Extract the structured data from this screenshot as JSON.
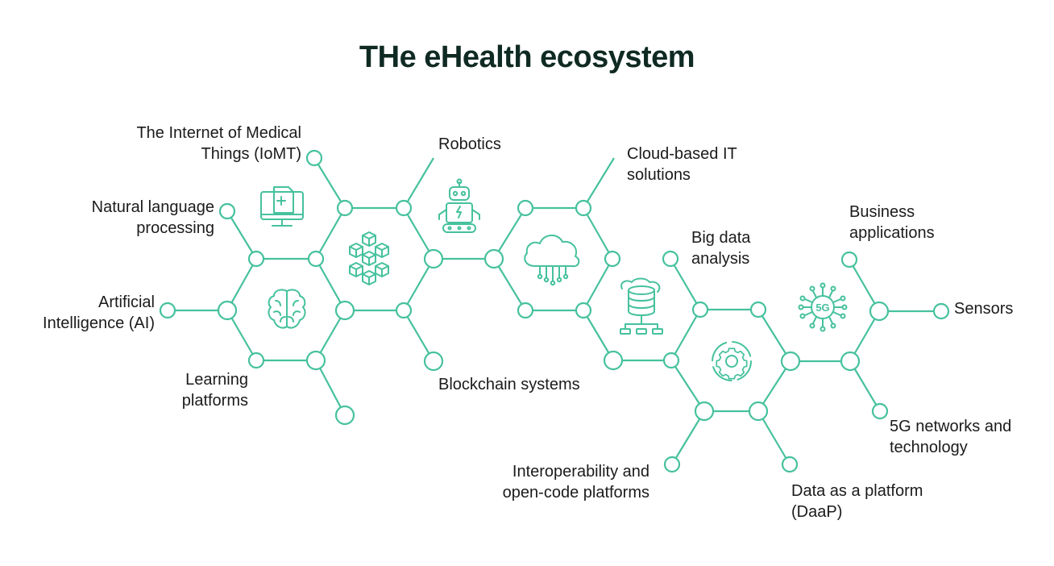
{
  "title": "THe eHealth ecosystem",
  "accent_color": "#46c19d",
  "labels": {
    "iomt": "The Internet of Medical\nThings (IoMT)",
    "nlp": "Natural language\nprocessing",
    "ai": "Artificial\nIntelligence (AI)",
    "learning": "Learning\nplatforms",
    "robotics": "Robotics",
    "blockchain": "Blockchain systems",
    "cloud": "Cloud-based IT\nsolutions",
    "bigdata": "Big data\nanalysis",
    "interop": "Interoperability and\nopen-code platforms",
    "business": "Business\napplications",
    "sensors": "Sensors",
    "fiveg": "5G networks and\ntechnology",
    "daap": "Data as a platform\n(DaaP)"
  },
  "icons": [
    "medical-monitor-icon",
    "blockchain-cubes-icon",
    "brain-icon",
    "robot-icon",
    "cloud-network-icon",
    "database-cloud-icon",
    "gear-icon",
    "5g-chip-icon"
  ],
  "icon_text": {
    "fiveg": "5G"
  }
}
